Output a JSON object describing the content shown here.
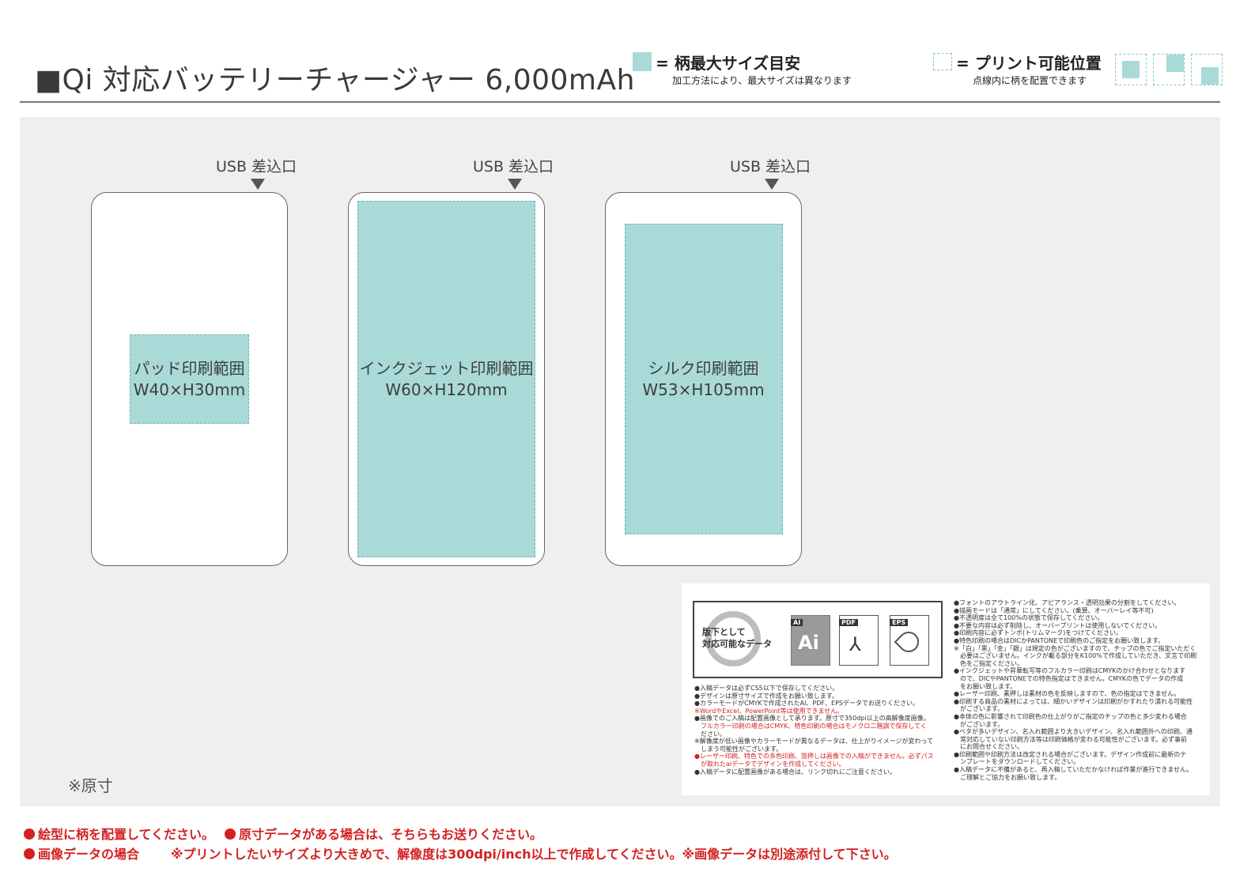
{
  "header": {
    "title": "■Qi 対応バッテリーチャージャー 6,000mAh",
    "legend_max": {
      "label": "= 柄最大サイズ目安",
      "note": "加工方法により、最大サイズは異なります"
    },
    "legend_position": {
      "label": "= プリント可能位置",
      "note": "点線内に柄を配置できます"
    }
  },
  "colors": {
    "print_area": "#a9dad8",
    "print_area_border": "#6fb5b2",
    "canvas": "#efefef",
    "warning": "#d42020"
  },
  "devices": [
    {
      "usb_label": "USB 差込口",
      "area_name": "パッド印刷範囲",
      "area_size": "W40×H30mm"
    },
    {
      "usb_label": "USB 差込口",
      "area_name": "インクジェット印刷範囲",
      "area_size": "W60×H120mm"
    },
    {
      "usb_label": "USB 差込口",
      "area_name": "シルク印刷範囲",
      "area_size": "W53×H105mm"
    }
  ],
  "scale_note": "※原寸",
  "formats": {
    "label_line1": "版下として",
    "label_line2": "対応可能なデータ",
    "icons": [
      {
        "tag": "AI",
        "icon": "ai-file-icon",
        "glyph": "Ai"
      },
      {
        "tag": "PDF",
        "icon": "pdf-file-icon",
        "glyph": "⅄"
      },
      {
        "tag": "EPS",
        "icon": "eps-file-icon",
        "glyph": ""
      }
    ]
  },
  "notes_left": [
    "●入稿データは必ずCS5以下で保存してください。",
    "●デザインは原寸サイズで作成をお願い致します。",
    "●カラーモードがCMYKで作成されたAI、PDF、EPSデータでお送りください。",
    "※WordやExcel、PowerPoint等は使用できません。",
    "●画像でのご入稿は配置画像として承ります。原寸で350dpi以上の高解像度画像。",
    "　フルカラー印刷の場合はCMYK、特色印刷の場合はモノクロ二階調で保存してく",
    "　ださい。",
    "※解像度が低い画像やカラーモードが異なるデータは、仕上がりイメージが変わって",
    "　しまう可能性がございます。",
    "●レーザー印刷、特色での多色印刷、箔押しは画像での入稿ができません。必ずパス",
    "　が取れたaiデータでデザインを作成してください。",
    "●入稿データに配置画像がある場合は、リンク切れにご注意ください。"
  ],
  "notes_right": [
    "●フォントのアウトライン化、アピアランス・透明効果の分割をしてください。",
    "●描画モードは「通常」にしてください。(乗算、オーバーレイ等不可)",
    "●不透明度は全て100%の状態で保存してください。",
    "●不要な内容は必ず削除し、オーバープリントは使用しないでください。",
    "●印刷内容に必ずトンボ(トリムマーク)をつけてください。",
    "●特色印刷の場合はDICかPANTONEで印刷色のご指定をお願い致します。",
    "※「白」「黒」「金」「銀」は規定の色がございますので、チップの色でご指定いただく",
    "　必要はございません。インクが載る部分をK100%で作成していただき、文言で印刷",
    "　色をご指定ください。",
    "●インクジェットや昇華転写等のフルカラー印刷はCMYKのかけ合わせとなります",
    "　ので、DICやPANTONEでの特色指定はできません。CMYKの色でデータの作成",
    "　をお願い致します。",
    "●レーザー印刷、素押しは素材の色を反映しますので、色の指定はできません。",
    "●印刷する商品の素材によっては、細かいデザインは印刷がかすれたり潰れる可能性",
    "　がございます。",
    "●本体の色に影響されて印刷色の仕上がりがご指定のチップの色と多少変わる場合",
    "　がございます。",
    "●ベタが多いデザイン、名入れ範囲より大きいデザイン、名入れ範囲外への印刷、通",
    "　常対応していない印刷方法等は印刷価格が変わる可能性がございます。必ず事前",
    "　にお問合せください。",
    "●印刷範囲や印刷方法は改定される場合がございます。デザイン作成前に最新のテ",
    "　ンプレートをダウンロードしてください。",
    "●入稿データに不備があると、再入稿していただかなければ作業が進行できません。",
    "　ご理解とご協力をお願い致します。"
  ],
  "footer": {
    "line1a": "絵型に柄を配置してください。",
    "line1b": "原寸データがある場合は、そちらもお送りください。",
    "line2a": "画像データの場合",
    "line2b": "※プリントしたいサイズより大きめで、解像度は300dpi/inch以上で作成してください。※画像データは別途添付して下さい。"
  }
}
